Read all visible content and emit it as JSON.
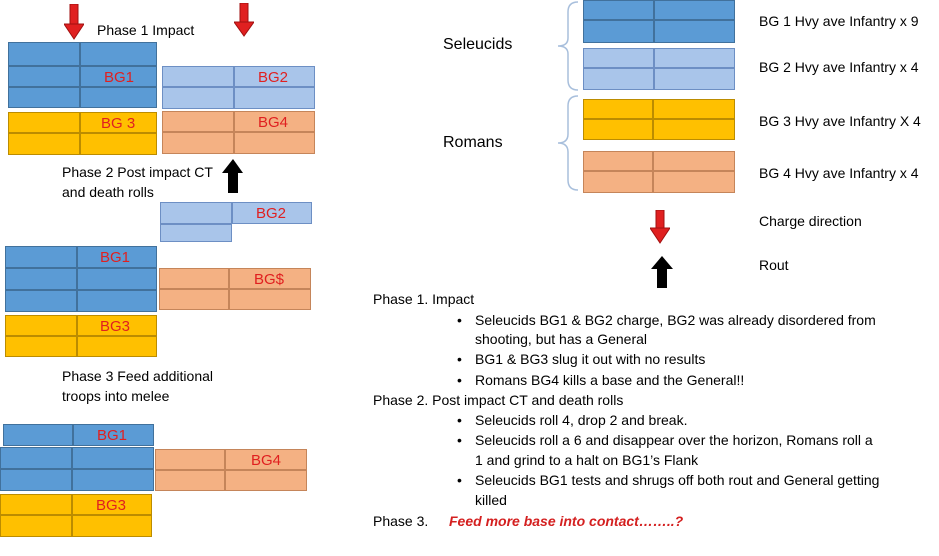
{
  "phase1": {
    "title": "Phase 1 Impact",
    "bg1": "BG1",
    "bg2": "BG2",
    "bg3": "BG 3",
    "bg4": "BG4"
  },
  "phase2": {
    "title_line1": "Phase 2 Post impact CT",
    "title_line2": "and death rolls",
    "bg2": "BG2",
    "bg1": "BG1",
    "bg4": "BG$",
    "bg3": "BG3"
  },
  "phase3": {
    "title_line1": "Phase 3 Feed additional",
    "title_line2": "troops into melee",
    "bg1": "BG1",
    "bg4": "BG4",
    "bg3": "BG3"
  },
  "legend": {
    "seleucids": "Seleucids",
    "romans": "Romans",
    "bg1": "BG 1 Hvy ave Infantry x 9",
    "bg2": "BG 2 Hvy ave Infantry x 4",
    "bg3": "BG 3 Hvy ave Infantry X 4",
    "bg4": "BG 4 Hvy ave Infantry x 4",
    "charge": "Charge direction",
    "rout": "Rout"
  },
  "colors": {
    "seleucid_bg1": "#5b9bd5",
    "seleucid_bg2": "#a9c5ea",
    "roman_bg3": "#ffc000",
    "roman_bg4": "#f4b183",
    "charge_arrow": "#e02020",
    "rout_arrow": "#000000"
  },
  "notes": {
    "p1_heading": "Phase 1.  Impact",
    "p1_b1_line1": "Seleucids BG1 & BG2 charge, BG2 was already disordered from",
    "p1_b1_line2": "shooting, but has a General",
    "p1_b2": "BG1 & BG3 slug it out with no results",
    "p1_b3": "Romans BG4 kills a base and the General!!",
    "p2_heading": "Phase 2.  Post impact CT and death rolls",
    "p2_b1": "Seleucids roll 4, drop 2 and break.",
    "p2_b2_line1": "Seleucids roll a 6 and disappear over the horizon, Romans roll a",
    "p2_b2_line2": "1 and grind to a halt on BG1’s Flank",
    "p2_b3_line1": "Seleucids BG1 tests and shrugs off both rout and General getting",
    "p2_b3_line2": "killed",
    "p3_heading": "Phase 3.",
    "p3_text": "Feed more base into contact……..?"
  }
}
